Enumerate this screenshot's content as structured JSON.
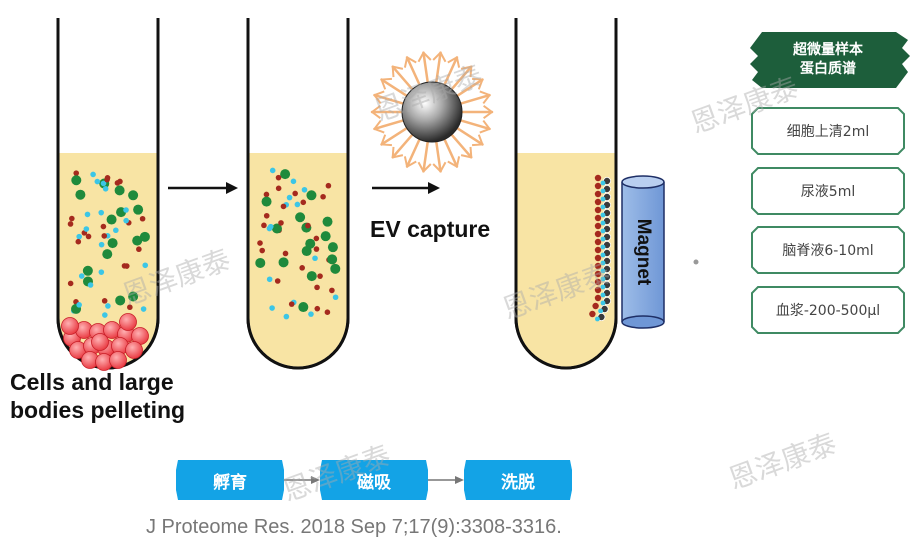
{
  "labels": {
    "step1": "Cells and large\nbodies pelleting",
    "capture": "EV capture",
    "magnet": "Magnet"
  },
  "process_steps": [
    "孵育",
    "磁吸",
    "洗脱"
  ],
  "sidebar": {
    "title": "超微量样本\n蛋白质谱",
    "samples": [
      "细胞上清2ml",
      "尿液5ml",
      "脑脊液6-10ml",
      "血浆-200-500μl"
    ]
  },
  "watermark": "恩泽康泰",
  "citation": "J Proteome Res. 2018 Sep 7;17(9):3308-3316.",
  "colors": {
    "fluid": "#f8e4a4",
    "step_box": "#13a3e6",
    "sidebar_title_bg": "#1d5e3b",
    "sample_border": "#3f8a63",
    "pellet": "#f0484e",
    "dot_green": "#1f8a3c",
    "dot_red": "#a52a1e",
    "dot_cyan": "#3cc6e6"
  }
}
